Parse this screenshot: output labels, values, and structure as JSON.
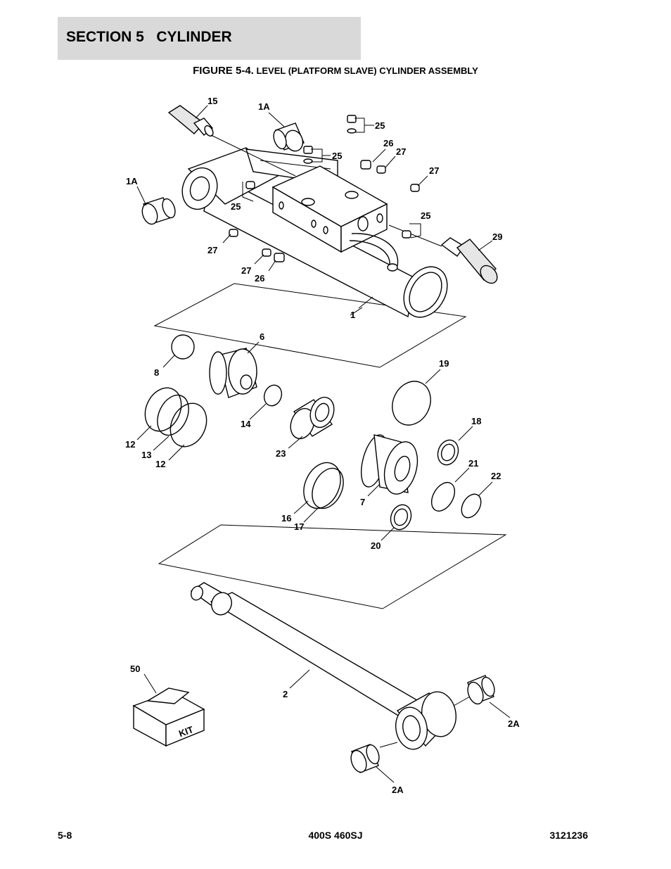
{
  "header": {
    "section_title": "SECTION 5   CYLINDER"
  },
  "figure": {
    "number": "FIGURE 5-4.",
    "title": " LEVEL (PLATFORM SLAVE) CYLINDER ASSEMBLY"
  },
  "callouts": {
    "c15": "15",
    "c1a_top": "1A",
    "c25_a": "25",
    "c26_a": "26",
    "c27_a": "27",
    "c25_b": "25",
    "c27_b": "27",
    "c1a_left": "1A",
    "c25_c": "25",
    "c25_d": "25",
    "c29": "29",
    "c27_c": "27",
    "c27_d": "27",
    "c26_b": "26",
    "c1": "1",
    "c6": "6",
    "c8": "8",
    "c19": "19",
    "c14": "14",
    "c18": "18",
    "c12_a": "12",
    "c13": "13",
    "c12_b": "12",
    "c23": "23",
    "c21": "21",
    "c22": "22",
    "c7": "7",
    "c16": "16",
    "c17": "17",
    "c20": "20",
    "c50": "50",
    "c2": "2",
    "c2a_right": "2A",
    "c2a_bottom": "2A"
  },
  "kit_box_label": "KIT",
  "footer": {
    "page": "5-8",
    "model": "400S 460SJ",
    "doc_number": "3121236"
  }
}
